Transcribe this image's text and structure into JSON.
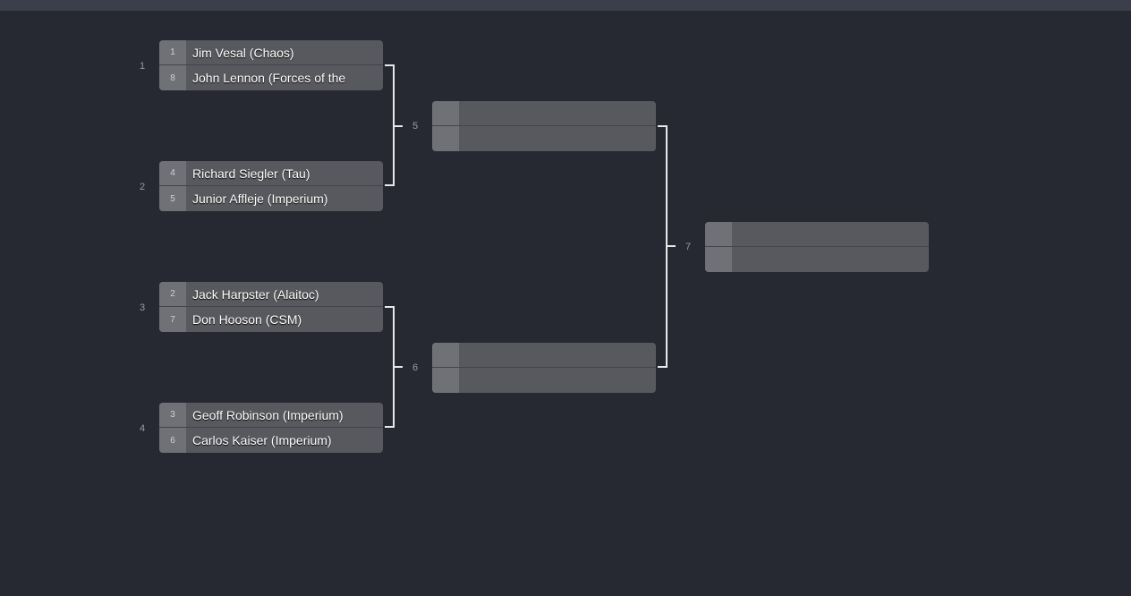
{
  "round1": [
    {
      "match_number": "1",
      "players": [
        {
          "seed": "1",
          "name": "Jim Vesal (Chaos)"
        },
        {
          "seed": "8",
          "name": "John Lennon (Forces of the"
        }
      ]
    },
    {
      "match_number": "2",
      "players": [
        {
          "seed": "4",
          "name": "Richard Siegler (Tau)"
        },
        {
          "seed": "5",
          "name": "Junior Affleje (Imperium)"
        }
      ]
    },
    {
      "match_number": "3",
      "players": [
        {
          "seed": "2",
          "name": "Jack Harpster (Alaitoc)"
        },
        {
          "seed": "7",
          "name": "Don Hooson (CSM)"
        }
      ]
    },
    {
      "match_number": "4",
      "players": [
        {
          "seed": "3",
          "name": "Geoff Robinson (Imperium)"
        },
        {
          "seed": "6",
          "name": "Carlos Kaiser (Imperium)"
        }
      ]
    }
  ],
  "round2": [
    {
      "match_number": "5"
    },
    {
      "match_number": "6"
    }
  ],
  "final": {
    "match_number": "7"
  }
}
